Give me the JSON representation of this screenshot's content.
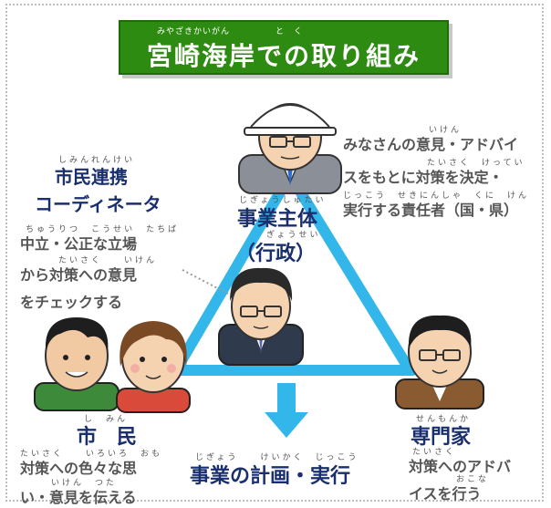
{
  "title": {
    "ruby": "みやざきかいがん　　　　　と　く",
    "text": "宮崎海岸での取り組み"
  },
  "operator": {
    "ruby": "じぎょうしゅたい",
    "label": "事業主体",
    "sub_ruby": "ぎょうせい",
    "sub_label": "（行政）",
    "desc_ruby_1": "いけん",
    "desc_line_1": "みなさんの意見・アドバイ",
    "desc_ruby_2": "たいさく　けってい",
    "desc_line_2": "スをもとに対策を決定・",
    "desc_ruby_3": "じっこう　せきにんしゃ　くに　けん",
    "desc_line_3": "実行する責任者（国・県）"
  },
  "coordinator": {
    "ruby": "しみんれんけい",
    "label_1": "市民連携",
    "label_2": "コーディネータ",
    "desc_ruby_1": "ちゅうりつ　こうせい　たちば",
    "desc_line_1": "中立・公正な立場",
    "desc_ruby_2": "たいさく　　いけん",
    "desc_line_2": "から対策への意見",
    "desc_line_3": "をチェックする"
  },
  "citizens": {
    "ruby": "し　みん",
    "label": "市　民",
    "desc_ruby_1": "たいさく　　いろいろ　おも",
    "desc_line_1": "対策への色々な思",
    "desc_ruby_2": "いけん　つた",
    "desc_line_2": "い・意見を伝える"
  },
  "experts": {
    "ruby": "せんもんか",
    "label": "専門家",
    "desc_ruby_1": "たいさく",
    "desc_line_1": "対策へのアドバ",
    "desc_ruby_2": "おこな",
    "desc_line_2": "イスを行う"
  },
  "bottom": {
    "ruby": "じぎょう　　けいかく　じっこう",
    "label": "事業の計画・実行"
  },
  "colors": {
    "title_green": "#2e8b12",
    "triangle_blue": "#33b6ea",
    "text_navy": "#1a2f6e",
    "text_gray": "#555555"
  }
}
